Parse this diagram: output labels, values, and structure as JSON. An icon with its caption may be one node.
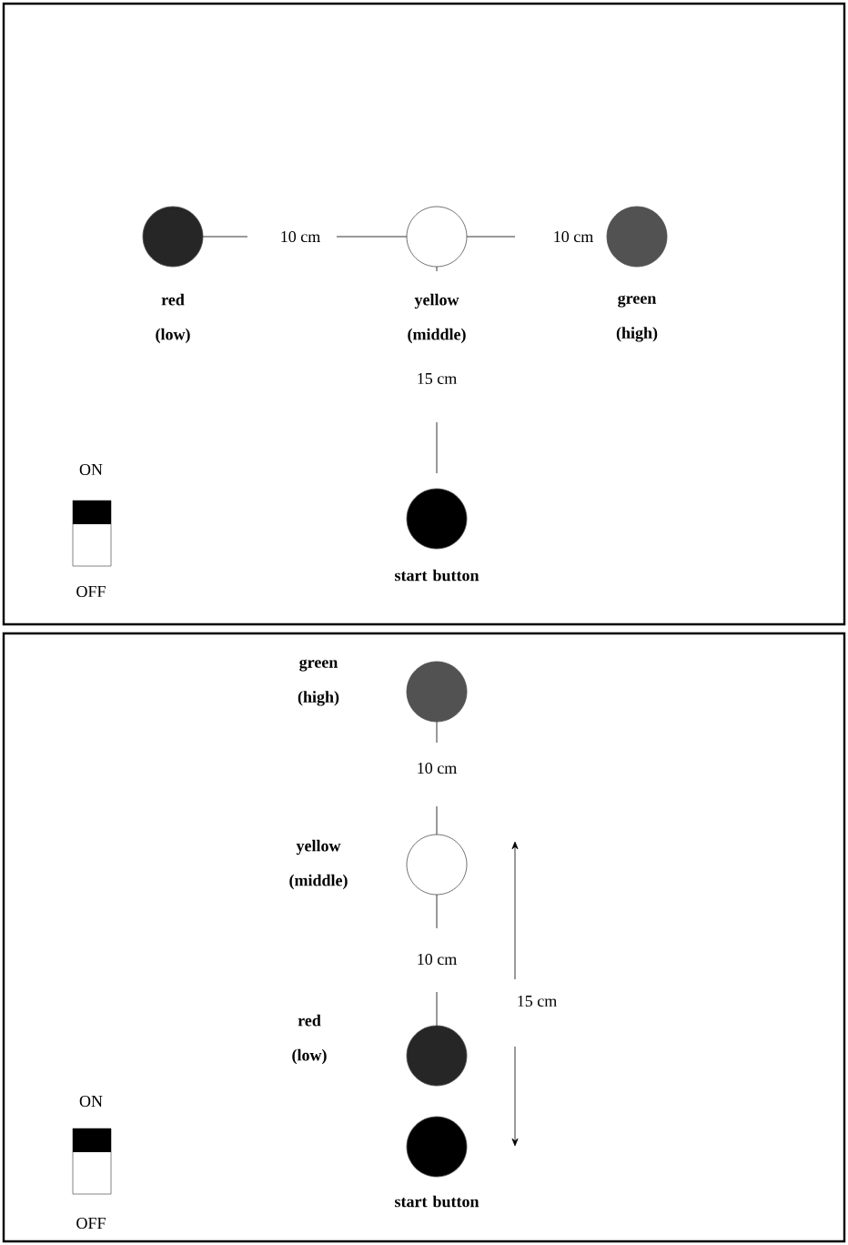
{
  "diagram": {
    "nodes": [
      {
        "text": [
          "red (low)"
        ]
      },
      {
        "text": [
          "yellow (middle)"
        ]
      },
      {
        "text": [
          "green (high)"
        ]
      },
      {
        "text": [
          "start button"
        ]
      },
      {
        "text": [
          "green (high)"
        ]
      },
      {
        "text": [
          "yellow (middle)"
        ]
      },
      {
        "text": [
          "red (low)"
        ]
      },
      {
        "text": [
          "start button"
        ]
      }
    ],
    "labels": [
      "10 cm",
      "10 cm",
      "15 cm",
      "ON",
      "OFF",
      "10 cm",
      "10 cm",
      "15 cm",
      "ON",
      "OFF"
    ]
  }
}
